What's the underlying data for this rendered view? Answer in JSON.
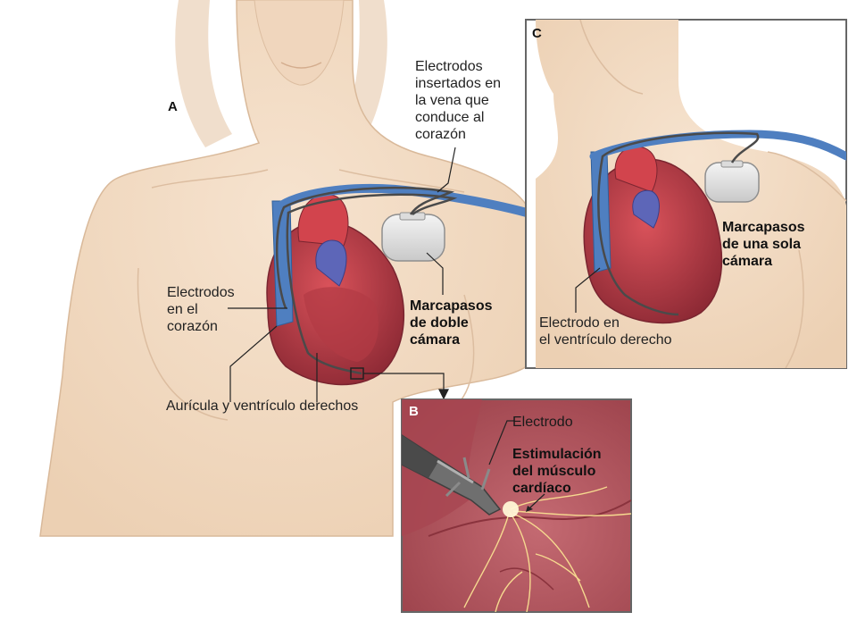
{
  "panels": {
    "a": {
      "letter": "A"
    },
    "b": {
      "letter": "B"
    },
    "c": {
      "letter": "C"
    }
  },
  "labels": {
    "leads_in_vein": "Electrodos\ninsertados en\nla vena que\nconduce al\ncorazón",
    "leads_in_heart": "Electrodos\nen el\ncorazón",
    "dual_chamber": "Marcapasos\nde doble\ncámara",
    "right_atrium_ventricle": "Aurícula y ventrículo derechos",
    "single_chamber": "Marcapasos\nde una sola\ncámara",
    "lead_right_ventricle": "Electrodo en\nel ventrículo derecho",
    "lead": "Electrodo",
    "muscle_stimulation": "Estimulación\ndel músculo\ncardíaco"
  },
  "colors": {
    "skin": "#f3dcc4",
    "skin_outline": "#d9b99a",
    "heart_red": "#c8414b",
    "heart_dark": "#8e2a35",
    "vein_blue": "#4f7fc0",
    "pacemaker": "#e3e3e3",
    "tissue": "#b85a63"
  }
}
